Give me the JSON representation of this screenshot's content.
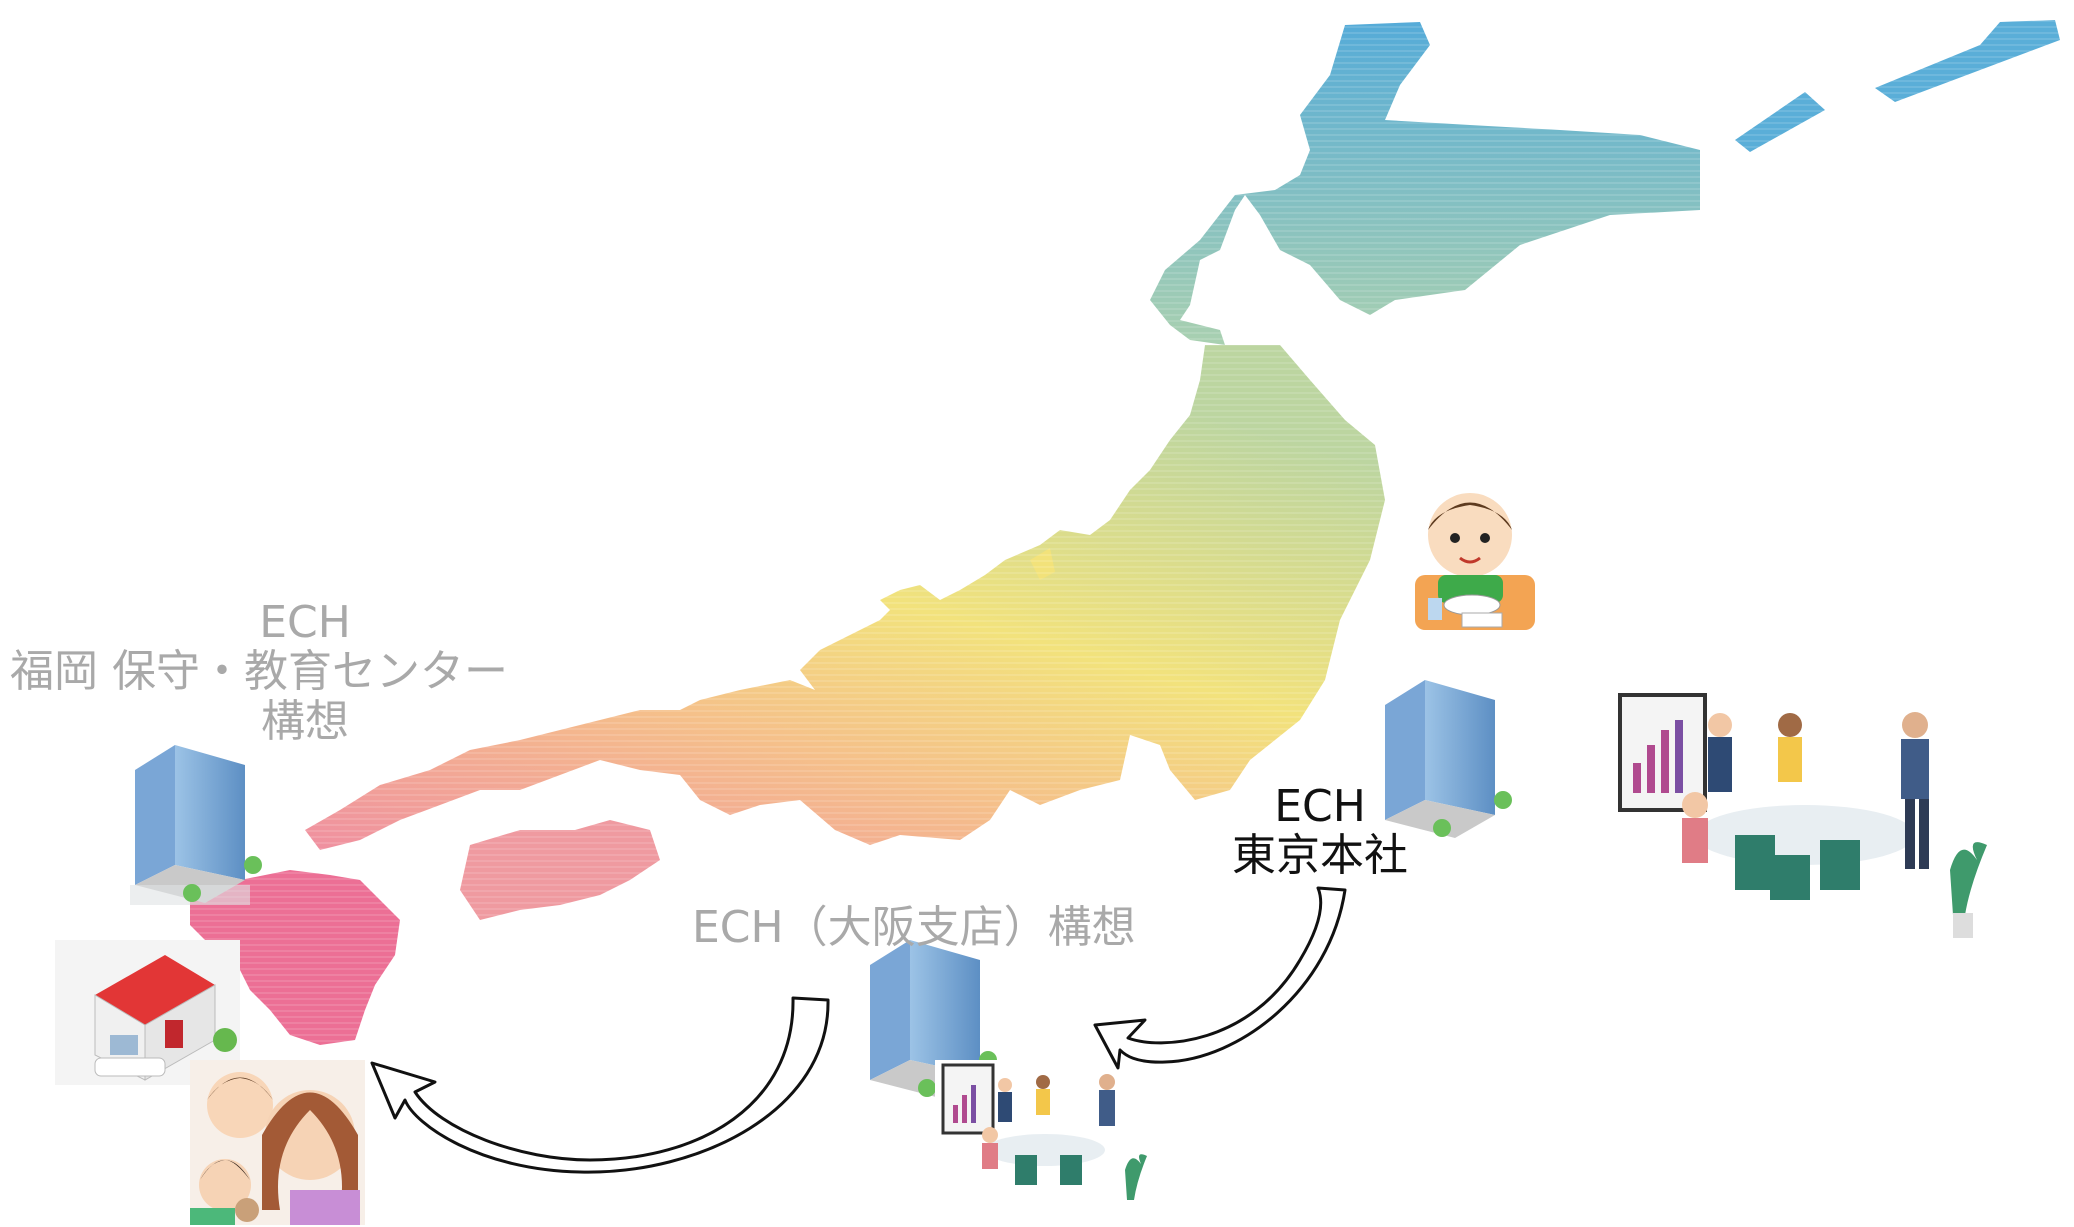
{
  "labels": {
    "fukuoka": {
      "line1": "ECH",
      "line2": "福岡 保守・教育センター",
      "line3": "構想"
    },
    "osaka": {
      "text": "ECH（大阪支店）構想"
    },
    "tokyo": {
      "line1": "ECH",
      "line2": "東京本社"
    }
  },
  "colors": {
    "hokkaido": "#5aaed8",
    "tohoku": "#b9d39a",
    "kanto": "#f3e27a",
    "kansai": "#f2b58a",
    "chugoku": "#ef9a9a",
    "kyushu": "#ec6f95",
    "label_gray": "#a9a9a9",
    "label_black": "#111111"
  },
  "icons": [
    "office-building-icon",
    "house-icon",
    "family-icon",
    "meeting-team-icon",
    "child-eating-icon",
    "curved-arrow-icon"
  ]
}
